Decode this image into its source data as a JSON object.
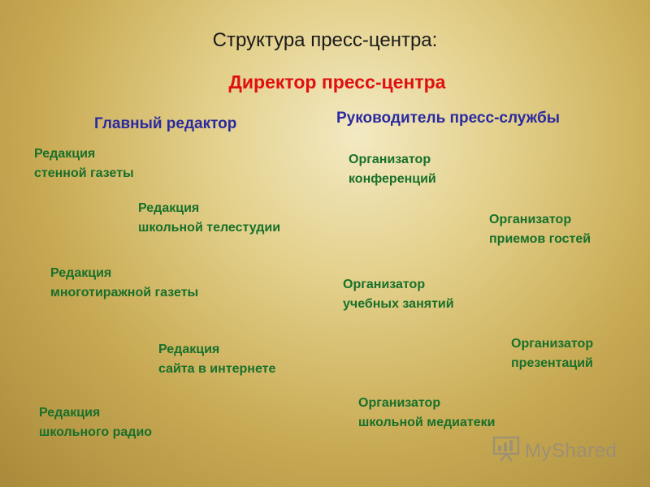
{
  "title": "Структура пресс-центра:",
  "director": "Директор пресс-центра",
  "left_branch": {
    "head": "Главный редактор",
    "items": [
      {
        "line1": "Редакция",
        "line2": "стенной газеты"
      },
      {
        "line1": "Редакция",
        "line2": "школьной телестудии"
      },
      {
        "line1": "Редакция",
        "line2": "многотиражной газеты"
      },
      {
        "line1": "Редакция",
        "line2": "сайта в интернете"
      },
      {
        "line1": "Редакция",
        "line2": "школьного радио"
      }
    ]
  },
  "right_branch": {
    "head": "Руководитель пресс-службы",
    "items": [
      {
        "line1": "Организатор",
        "line2": "конференций"
      },
      {
        "line1": "Организатор",
        "line2": "приемов гостей"
      },
      {
        "line1": "Организатор",
        "line2": "учебных занятий"
      },
      {
        "line1": "Организатор",
        "line2": "презентаций"
      },
      {
        "line1": "Организатор",
        "line2": "школьной медиатеки"
      }
    ]
  },
  "watermark": {
    "text": "MyShared",
    "icon": "presentation-board-icon"
  },
  "colors": {
    "title": "#1a1a1a",
    "director": "#e01010",
    "heads": "#2a2aa0",
    "items": "#17702a"
  }
}
